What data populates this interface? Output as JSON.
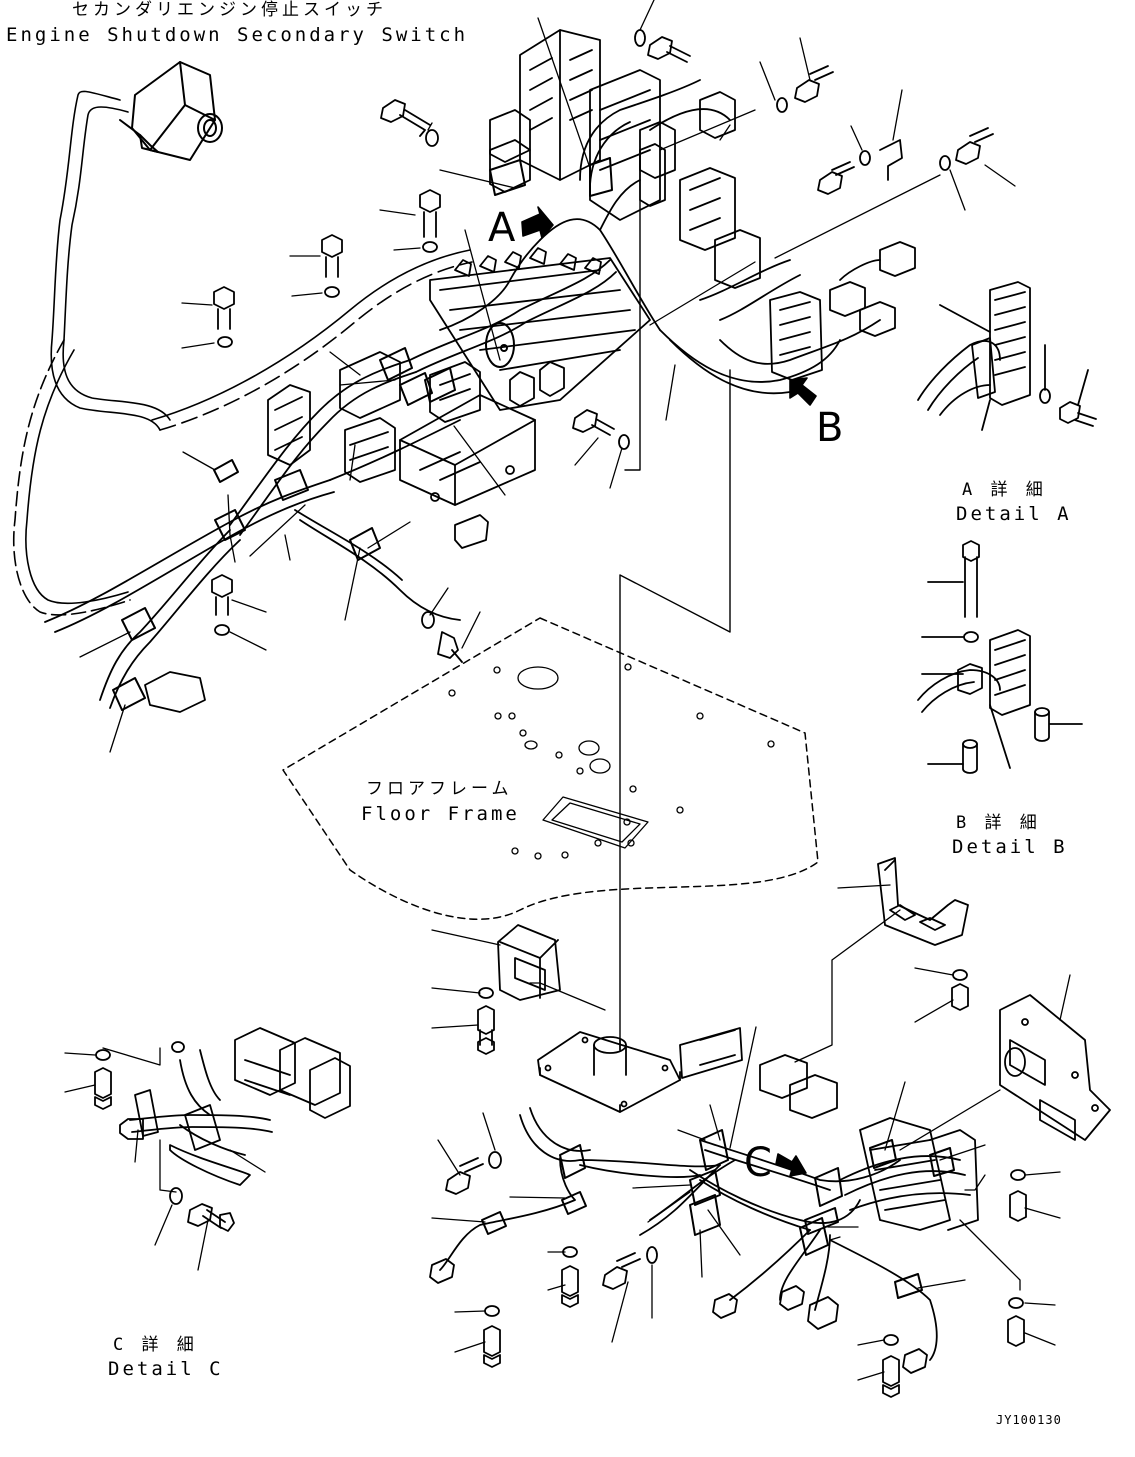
{
  "labels": {
    "title_jp": "セカンダリエンジン停止スイッチ",
    "title_en": "Engine Shutdown Secondary Switch",
    "floor_jp": "フロアフレーム",
    "floor_en": "Floor Frame",
    "detail_a_jp": "A 詳 細",
    "detail_a_en": "Detail A",
    "detail_b_jp": "B 詳 細",
    "detail_b_en": "Detail B",
    "detail_c_jp": "C 詳 細",
    "detail_c_en": "Detail C",
    "view_a": "A",
    "view_b": "B",
    "view_c": "C",
    "drawing_no": "JY100130"
  },
  "colors": {
    "line": "#000000",
    "background": "#ffffff"
  }
}
